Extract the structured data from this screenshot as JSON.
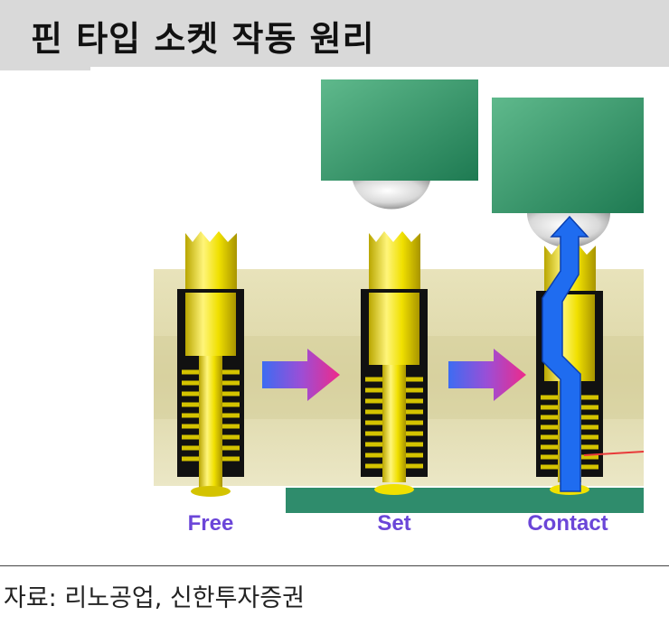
{
  "title": "핀 타입 소켓 작동 원리",
  "diagram": {
    "stages": [
      {
        "label": "Free"
      },
      {
        "label": "Set"
      },
      {
        "label": "Contact"
      }
    ]
  },
  "source": "자료: 리노공업, 신한투자증권",
  "colors": {
    "title_bar": "#d9d9d9",
    "pin_yellow": "#f2e400",
    "block_green": "#2e8a63",
    "socket_beige": "#e6e2b4",
    "current_blue": "#1f6cf0",
    "stage_arrow_pink": "#e0278a",
    "label_purple": "#6b46d8"
  }
}
